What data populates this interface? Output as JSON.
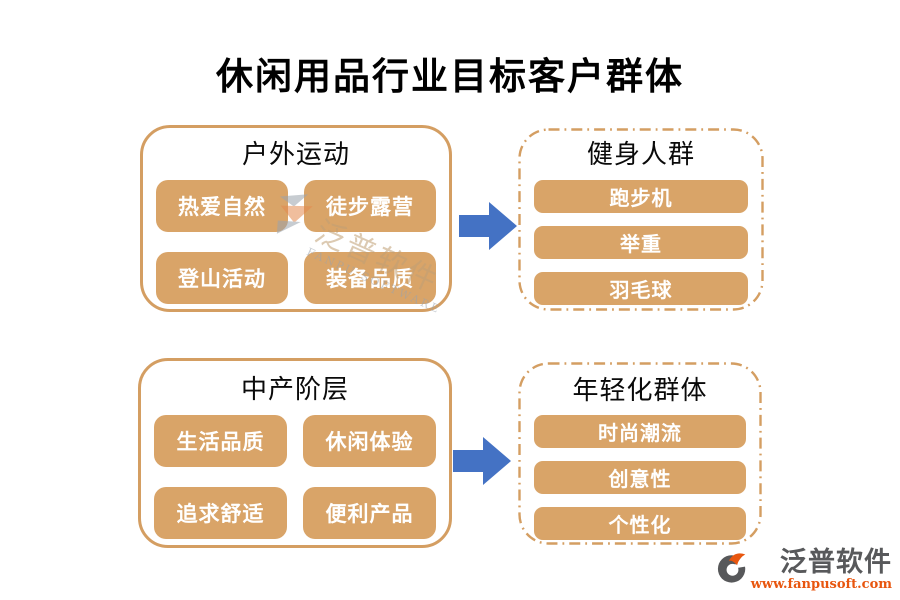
{
  "page": {
    "title": "休闲用品行业目标客户群体"
  },
  "groups": [
    {
      "title": "户外运动",
      "layout": "grid",
      "border": "solid",
      "tags": [
        "热爱自然",
        "徒步露营",
        "登山活动",
        "装备品质"
      ]
    },
    {
      "title": "健身人群",
      "layout": "stack",
      "border": "dash-dot",
      "tags": [
        "跑步机",
        "举重",
        "羽毛球"
      ]
    },
    {
      "title": "中产阶层",
      "layout": "grid",
      "border": "solid",
      "tags": [
        "生活品质",
        "休闲体验",
        "追求舒适",
        "便利产品"
      ]
    },
    {
      "title": "年轻化群体",
      "layout": "stack",
      "border": "dash-dot",
      "tags": [
        "时尚潮流",
        "创意性",
        "个性化"
      ]
    }
  ],
  "arrows": [
    {
      "from": "户外运动",
      "to": "健身人群",
      "direction": "right"
    },
    {
      "from": "中产阶层",
      "to": "年轻化群体",
      "direction": "right"
    }
  ],
  "watermark": {
    "text": "泛普软件",
    "subtext": "FANPU SOFTWARE"
  },
  "footer": {
    "brand": "泛普软件",
    "url": "www.fanpusoft.com"
  },
  "colors": {
    "tag_fill": "#D9A468",
    "box_border": "#D49E62",
    "arrow_blue": "#4472C4",
    "tag_text": "#FFFFFF",
    "title_text": "#000000",
    "brand_text": "#58595B",
    "brand_url": "#E8560F"
  }
}
